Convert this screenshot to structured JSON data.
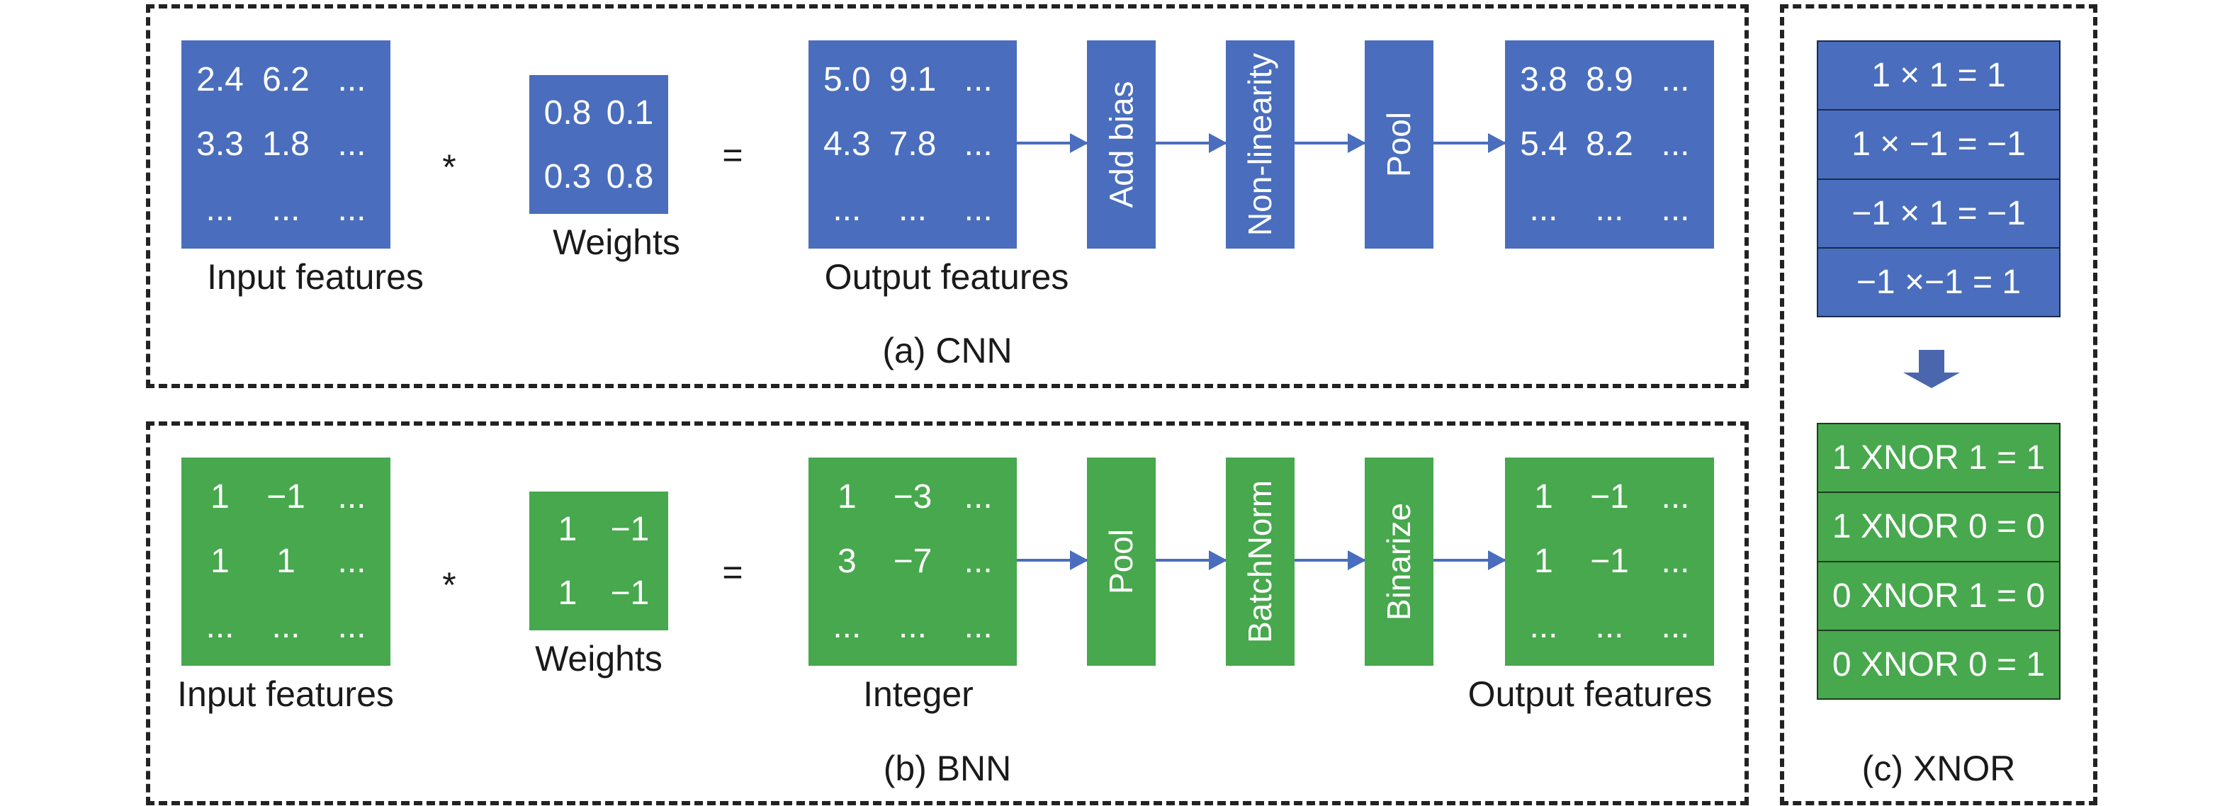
{
  "colors": {
    "cnn": "#4A6EBD",
    "bnn": "#47A84D",
    "border": "#222222"
  },
  "cnn": {
    "caption": "(a) CNN",
    "input": {
      "label": "Input features",
      "cells": [
        "2.4",
        "6.2",
        "...",
        "3.3",
        "1.8",
        "...",
        "...",
        "...",
        "..."
      ]
    },
    "operator_conv": "*",
    "weights": {
      "label": "Weights",
      "cells": [
        "0.8",
        "0.1",
        "0.3",
        "0.8"
      ]
    },
    "operator_equals": "=",
    "output": {
      "label": "Output features",
      "cells": [
        "5.0",
        "9.1",
        "...",
        "4.3",
        "7.8",
        "...",
        "...",
        "...",
        "..."
      ]
    },
    "stages": [
      "Add bias",
      "Non-linearity",
      "Pool"
    ],
    "final": {
      "cells": [
        "3.8",
        "8.9",
        "...",
        "5.4",
        "8.2",
        "...",
        "...",
        "...",
        "..."
      ]
    }
  },
  "bnn": {
    "caption": "(b) BNN",
    "input": {
      "label": "Input features",
      "cells": [
        "1",
        "−1",
        "...",
        "1",
        "1",
        "...",
        "...",
        "...",
        "..."
      ]
    },
    "operator_conv": "*",
    "weights": {
      "label": "Weights",
      "cells": [
        "1",
        "−1",
        "1",
        "−1"
      ]
    },
    "operator_equals": "=",
    "output": {
      "label": "Integer",
      "cells": [
        "1",
        "−3",
        "...",
        "3",
        "−7",
        "...",
        "...",
        "...",
        "..."
      ]
    },
    "stages": [
      "Pool",
      "BatchNorm",
      "Binarize"
    ],
    "final": {
      "label": "Output features",
      "cells": [
        "1",
        "−1",
        "...",
        "1",
        "−1",
        "...",
        "...",
        "...",
        "..."
      ]
    }
  },
  "xnor": {
    "caption": "(c) XNOR",
    "multiply_rows": [
      "1 × 1 = 1",
      "1 × −1 = −1",
      "−1 × 1 = −1",
      "−1 ×−1 = 1"
    ],
    "xnor_rows": [
      "1 XNOR 1 = 1",
      "1 XNOR 0 = 0",
      "0 XNOR 1 = 0",
      "0 XNOR 0 = 1"
    ]
  }
}
